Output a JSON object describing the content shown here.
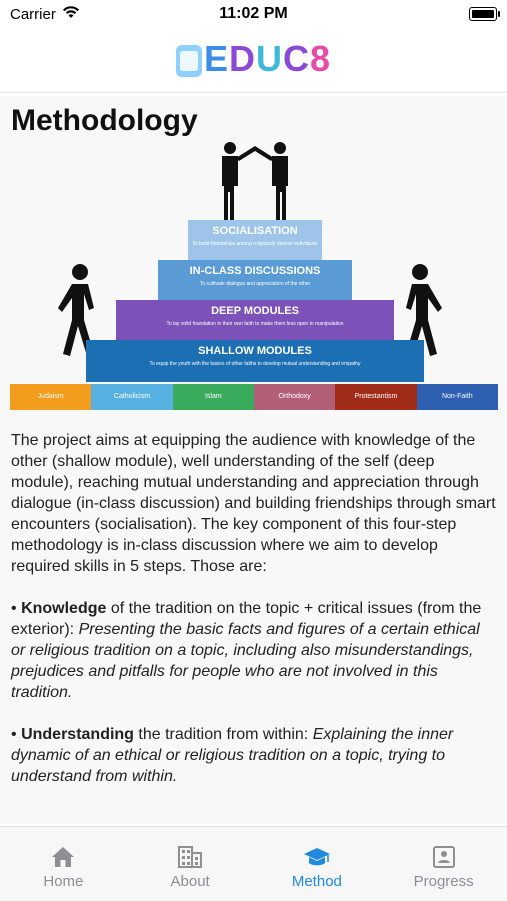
{
  "status_bar": {
    "carrier": "Carrier",
    "time": "11:02 PM"
  },
  "logo": {
    "text": "EDUC8"
  },
  "page": {
    "title": "Methodology",
    "pyramid": {
      "steps": [
        {
          "title": "SOCIALISATION",
          "subtitle": "To build friendships among religiously diverse individuals"
        },
        {
          "title": "IN-CLASS DISCUSSIONS",
          "subtitle": "To cultivate dialogue and appreciation of the other"
        },
        {
          "title": "DEEP MODULES",
          "subtitle": "To lay solid foundation in their own faith to make them less open to manipulation"
        },
        {
          "title": "SHALLOW MODULES",
          "subtitle": "To equip the youth with the basics of other faiths to develop mutual understanding and empathy"
        }
      ],
      "traditions": [
        "Judaism",
        "Catholicism",
        "Islam",
        "Orthodoxy",
        "Protestantism",
        "Non-Faith"
      ],
      "colors": {
        "socialisation": "#9ec4ea",
        "inclass": "#5a9bd5",
        "deep": "#7c52b8",
        "shallow": "#1c6fb3",
        "judaism": "#f39c1d",
        "catholicism": "#56b0e2",
        "islam": "#3aaa5c",
        "orthodoxy": "#b45f78",
        "protestantism": "#a02b18",
        "nonfaith": "#2f5fb0"
      }
    },
    "intro": "The project aims at equipping the audience with knowledge of the other (shallow module), well understanding of the self (deep module), reaching mutual understanding and appreciation through dialogue (in-class discussion) and building friendships through smart encounters (socialisation). The key component of this four-step methodology is in-class discussion where we aim to develop required skills in 5 steps. Those are:",
    "points": [
      {
        "bullet": "•",
        "keyword": "Knowledge",
        "rest": " of the tradition on the topic + critical issues (from the exterior): ",
        "italic": "Presenting the basic facts and figures of a certain ethical or religious tradition on a topic, including also misunderstandings, prejudices and pitfalls for people who are not involved in this tradition."
      },
      {
        "bullet": "•",
        "keyword": "Understanding",
        "rest": " the tradition from within: ",
        "italic": "Explaining the inner dynamic of an ethical or religious tradition on a topic, trying to understand from within."
      }
    ]
  },
  "tabs": [
    {
      "label": "Home",
      "icon": "home-icon"
    },
    {
      "label": "About",
      "icon": "building-icon"
    },
    {
      "label": "Method",
      "icon": "graduation-cap-icon"
    },
    {
      "label": "Progress",
      "icon": "profile-card-icon"
    }
  ],
  "colors": {
    "accent": "#1f8ae0",
    "inactive": "#8e8e93"
  }
}
